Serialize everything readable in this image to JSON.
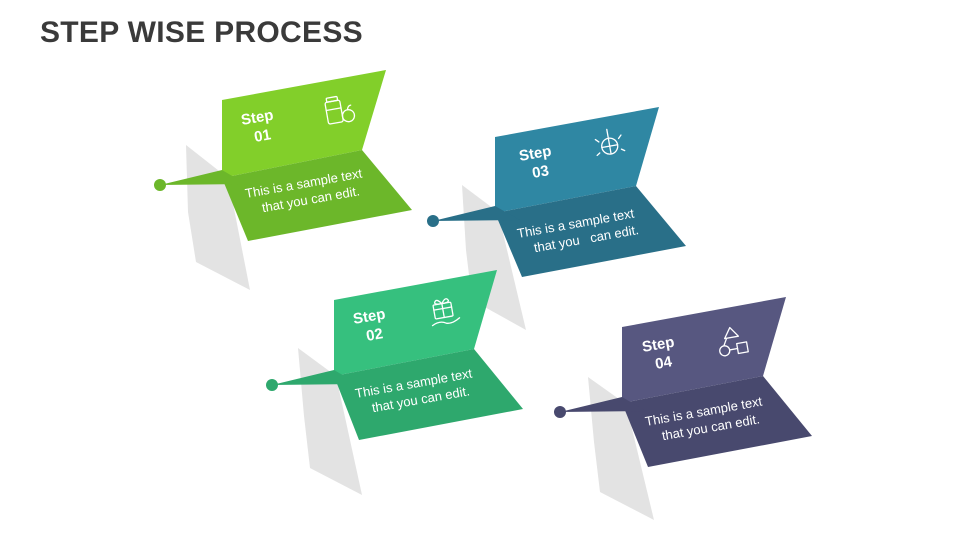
{
  "title": "STEP WISE PROCESS",
  "colors": {
    "step1": "#7ac943",
    "step2": "#33b57a",
    "step3": "#2e7a94",
    "step4": "#4f5079",
    "shadow": "#e3e3e3"
  },
  "steps": [
    {
      "label": "Step",
      "number": "01",
      "text_line1": "This is a sample text",
      "text_line2": "that you can edit.",
      "icon": "jar-apple-icon"
    },
    {
      "label": "Step",
      "number": "02",
      "text_line1": "This is a sample text",
      "text_line2": "that you can edit.",
      "icon": "gift-hand-icon"
    },
    {
      "label": "Step",
      "number": "03",
      "text_line1": "This is a sample text",
      "text_line2": "that you   can edit.",
      "icon": "disco-ball-icon"
    },
    {
      "label": "Step",
      "number": "04",
      "text_line1": "This is a sample text",
      "text_line2": "that you can edit.",
      "icon": "shapes-icon"
    }
  ]
}
